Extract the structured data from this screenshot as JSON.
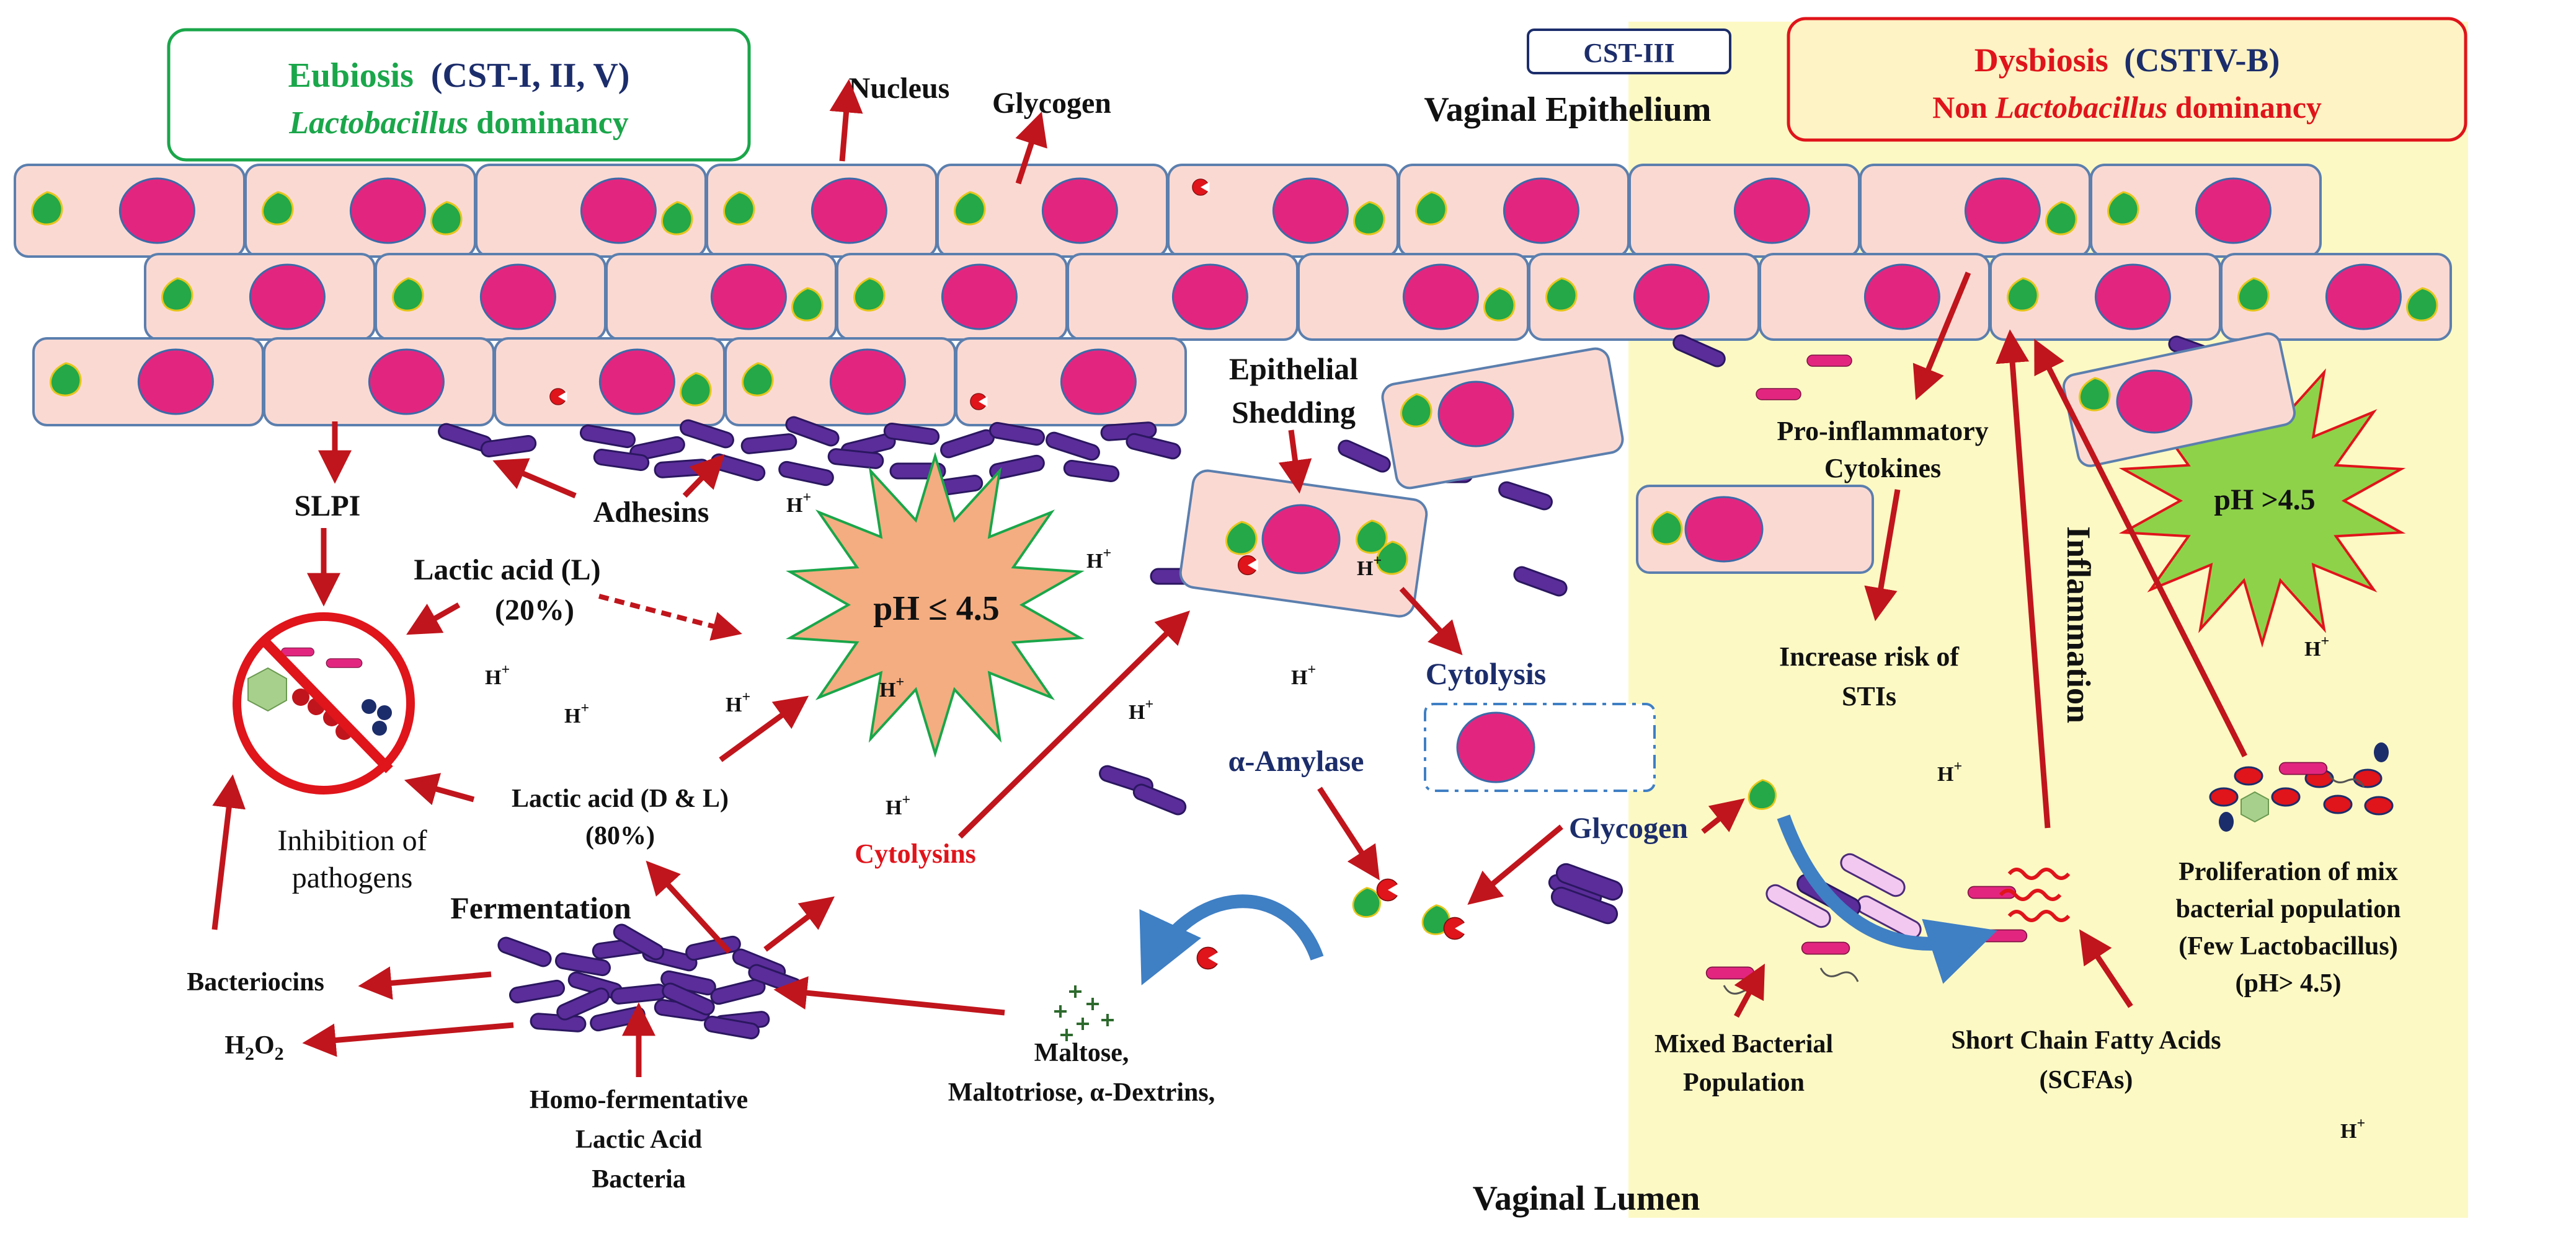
{
  "eubiosis": {
    "title": "Eubiosis",
    "cst": "(CST-I, II, V)",
    "genus": "Lactobacillus",
    "rest": " dominancy"
  },
  "dysbiosis": {
    "title": "Dysbiosis",
    "cst": "(CSTIV-B)",
    "prefix": "Non ",
    "genus": "Lactobacillus",
    "rest": " dominancy"
  },
  "cst3": "CST-III",
  "labels": {
    "nucleus": "Nucleus",
    "glycogen_top": "Glycogen",
    "vaginal_epithelium": "Vaginal Epithelium",
    "slpi": "SLPI",
    "adhesins": "Adhesins",
    "lactic_l_1": "Lactic acid (L)",
    "lactic_l_2": "(20%)",
    "ph_low": "pH ≤  4.5",
    "epithelial_1": "Epithelial",
    "epithelial_2": "Shedding",
    "cytolysis": "Cytolysis",
    "inhibition_1": "Inhibition of",
    "inhibition_2": "pathogens",
    "lactic_dl_1": "Lactic acid (D & L)",
    "lactic_dl_2": "(80%)",
    "cytolysins": "Cytolysins",
    "amylase": "α-Amylase",
    "glycogen_mid": "Glycogen",
    "fermentation": "Fermentation",
    "bacteriocins": "Bacteriocins",
    "h2o2": "H",
    "h2o2_sub": "2",
    "h2o2_o": "O",
    "h2o2_sub2": "2",
    "homo_1": "Homo-fermentative",
    "homo_2": "Lactic Acid",
    "homo_3": "Bacteria",
    "maltose_1": "Maltose,",
    "maltose_2": "Maltotriose, α-Dextrins,",
    "proinflam_1": "Pro-inflammatory",
    "proinflam_2": "Cytokines",
    "sti_1": "Increase risk of",
    "sti_2": "STIs",
    "inflammation": "Inflammation",
    "ph_high": "pH >4.5",
    "prolif_1": "Proliferation of mix",
    "prolif_2": "bacterial population",
    "prolif_3": "(Few Lactobacillus)",
    "prolif_4": "(pH> 4.5)",
    "mixed_1": "Mixed Bacterial",
    "mixed_2": "Population",
    "scfa_1": "Short Chain Fatty Acids",
    "scfa_2": "(SCFAs)",
    "vaginal_lumen": "Vaginal Lumen",
    "hplus": "H",
    "hplus_sup": "+"
  },
  "colors": {
    "eubiosis_green": "#1aa64a",
    "dysbiosis_red": "#e0141b",
    "cst_navy": "#1c2d6b",
    "dysbiosis_zone": "#fdf9c4",
    "ph_low_fill": "#f4ad80",
    "ph_high_fill": "#8ed24a",
    "arrow_red": "#c0151c"
  }
}
